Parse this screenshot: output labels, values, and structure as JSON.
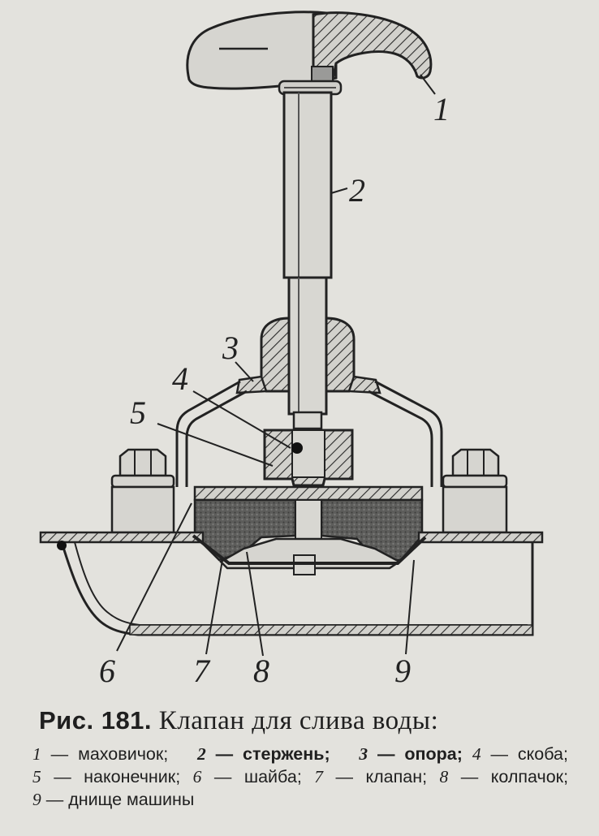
{
  "figure": {
    "callouts": [
      "1",
      "2",
      "3",
      "4",
      "5",
      "6",
      "7",
      "8",
      "9"
    ]
  },
  "caption": {
    "label": "Рис. 181.",
    "title": "Клапан для слива воды:",
    "legend": [
      {
        "num": "1",
        "sep": " — ",
        "text": "маховичок;"
      },
      {
        "num": "2",
        "sep": " — ",
        "text": "стержень;"
      },
      {
        "num": "3",
        "sep": " — ",
        "text": "опора;"
      },
      {
        "num": "4",
        "sep": " — ",
        "text": "скоба;"
      },
      {
        "num": "5",
        "sep": " — ",
        "text": "наконечник;"
      },
      {
        "num": "6",
        "sep": " — ",
        "text": "шайба;"
      },
      {
        "num": "7",
        "sep": " — ",
        "text": "клапан;"
      },
      {
        "num": "8",
        "sep": " — ",
        "text": "колпачок;"
      },
      {
        "num": "9",
        "sep": " — ",
        "text": "днище машины"
      }
    ]
  }
}
